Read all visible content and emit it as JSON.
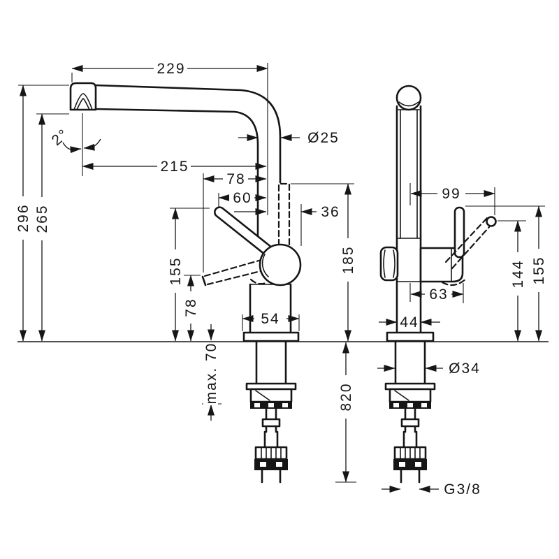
{
  "drawing": {
    "type": "technical-dimension-drawing",
    "subject": "kitchen mixer tap — front and side views with installation dimensions",
    "units": "mm",
    "line_color": "#161616",
    "background_color": "#ffffff",
    "front_view": {
      "spout_reach": "229",
      "outlet_reach": "215",
      "handle_reach_low": "78",
      "handle_reach_up": "60",
      "spout_diameter": "Ø25",
      "handle_width": "36",
      "spout_angle": "2°",
      "overall_height": "296",
      "outlet_height": "265",
      "handle_top_height": "155",
      "handle_low_height": "78",
      "body_top_height": "185",
      "base_width": "54",
      "max_counter_thickness": "max. 70",
      "hose_length": "820"
    },
    "side_view": {
      "handle_reach": "99",
      "handle_raised_height": "144",
      "handle_top_height": "155",
      "handle_offset": "63",
      "body_width": "44",
      "shank_diameter": "Ø34",
      "supply_connection": "G3/8"
    }
  }
}
